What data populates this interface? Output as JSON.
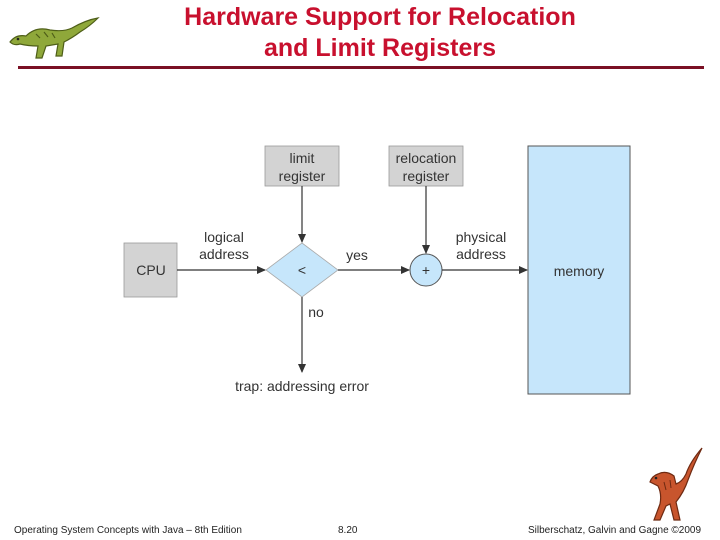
{
  "slide": {
    "title_line1": "Hardware Support for Relocation",
    "title_line2": "and Limit Registers"
  },
  "diagram": {
    "limit_register": [
      "limit",
      "register"
    ],
    "relocation_register": [
      "relocation",
      "register"
    ],
    "cpu": "CPU",
    "logical_address": [
      "logical",
      "address"
    ],
    "compare": "<",
    "yes": "yes",
    "adder": "+",
    "physical_address": [
      "physical",
      "address"
    ],
    "memory": "memory",
    "no": "no",
    "trap": "trap: addressing error"
  },
  "footer": {
    "left": "Operating System Concepts with Java – 8th Edition",
    "center": "8.20",
    "right": "Silberschatz, Galvin and Gagne ©2009"
  },
  "colors": {
    "title": "#c8102e",
    "box_gray": "#d3d3d3",
    "box_blue": "#c6e6fb",
    "rule": "#7a1024"
  }
}
